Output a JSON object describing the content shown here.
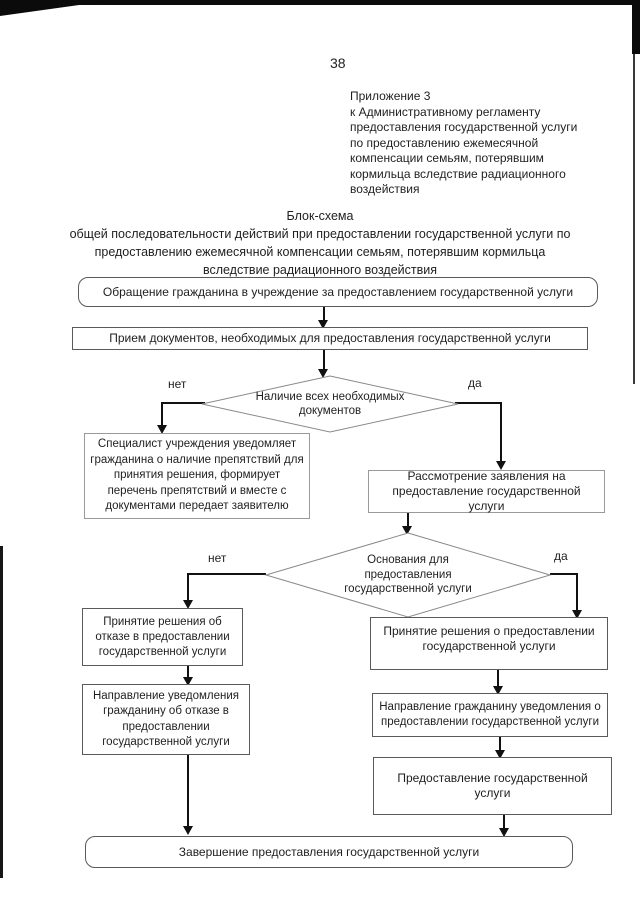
{
  "page": {
    "number": "38",
    "appendix_lines": [
      "Приложение 3",
      "к Административному регламенту",
      "предоставления государственной услуги",
      "по предоставлению ежемесячной",
      "компенсации семьям, потерявшим",
      "кормильца вследствие радиационного",
      "воздействия"
    ],
    "title_lines": [
      "Блок-схема",
      "общей последовательности действий при предоставлении государственной услуги по",
      "предоставлению ежемесячной компенсации семьям, потерявшим кормильца",
      "вследствие радиационного воздействия"
    ]
  },
  "flowchart": {
    "nodes": {
      "start": "Обращение гражданина в учреждение за предоставлением государственной услуги",
      "receive_docs": "Прием документов, необходимых для предоставления государственной услуги",
      "decision_docs": "Наличие всех необходимых документов",
      "notify_obstacles": "Специалист учреждения уведомляет гражданина о наличие препятствий для принятия решения, формирует перечень препятствий и вместе с документами передает заявителю",
      "review_application": "Рассмотрение заявления на предоставление государственной услуги",
      "decision_grounds": "Основания для предоставления государственной услуги",
      "refusal_decision": "Принятие решения об отказе в предоставлении государственной услуги",
      "refusal_notice": "Направление уведомления гражданину об отказе в предоставлении государственной услуги",
      "grant_decision": "Принятие решения о предоставлении государственной услуги",
      "grant_notice": "Направление гражданину уведомления о предоставлении государственной услуги",
      "provide_service": "Предоставление государственной услуги",
      "finish": "Завершение предоставления государственной услуги"
    },
    "labels": {
      "no": "нет",
      "yes": "да"
    },
    "colors": {
      "line": "#111111",
      "border": "#5a5a5a",
      "text": "#1f1f1f",
      "background": "#ffffff"
    }
  }
}
